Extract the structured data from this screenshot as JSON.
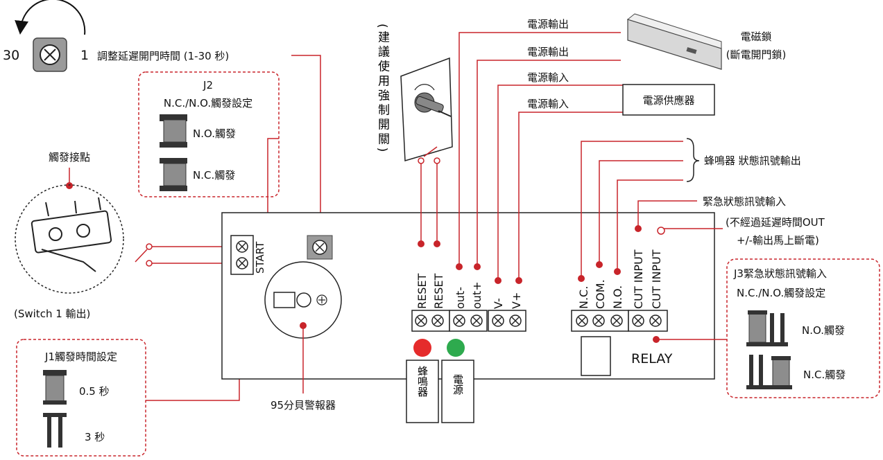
{
  "colors": {
    "wire": "#c8242a",
    "dash": "#c8242a",
    "line": "#222222",
    "led_red": "#e52b2b",
    "led_green": "#2eaa4e",
    "component": "#8d8d8d"
  },
  "pot": {
    "min_label": "30",
    "max_label": "1",
    "description": "調整延遲開門時間 (1-30 秒)"
  },
  "j2": {
    "title": "J2",
    "subtitle": "N.C./N.O.觸發設定",
    "no_label": "N.O.觸發",
    "nc_label": "N.C.觸發"
  },
  "trigger": {
    "title": "觸發接點",
    "switch_label": "(Switch 1 輸出)"
  },
  "j1": {
    "title": "J1觸發時間設定",
    "opt1": "0.5 秒",
    "opt2": "3 秒"
  },
  "board": {
    "start_label": "START",
    "siren_label": "95分貝警報器",
    "relay_label": "RELAY"
  },
  "key_switch": {
    "label": "(建議使用強制開關)"
  },
  "outputs": {
    "out1": "電源輸出",
    "out2": "電源輸出",
    "in1": "電源輸入",
    "in2": "電源輸入"
  },
  "lock": {
    "label1": "電磁鎖",
    "label2": "(斷電開門鎖)"
  },
  "power_supply": {
    "label": "電源供應器"
  },
  "terminals": {
    "t1": "RESET",
    "t2": "RESET",
    "t3": "out-",
    "t4": "out+",
    "t5": "V-",
    "t6": "V+",
    "t7": "N.C.",
    "t8": "COM.",
    "t9": "N.O.",
    "t10": "CUT INPUT",
    "t11": "CUT INPUT"
  },
  "leds": {
    "buzzer": "蜂鳴器",
    "power": "電源"
  },
  "signals": {
    "buzzer_out": "蜂鳴器 狀態訊號輸出",
    "emergency_in": "緊急狀態訊號輸入",
    "note_line1": "(不經過延遲時間OUT",
    "note_line2": "+/-輸出馬上斷電)"
  },
  "j3": {
    "title": "J3緊急狀態訊號輸入",
    "subtitle": "N.C./N.O.觸發設定",
    "no_label": "N.O.觸發",
    "nc_label": "N.C.觸發"
  }
}
